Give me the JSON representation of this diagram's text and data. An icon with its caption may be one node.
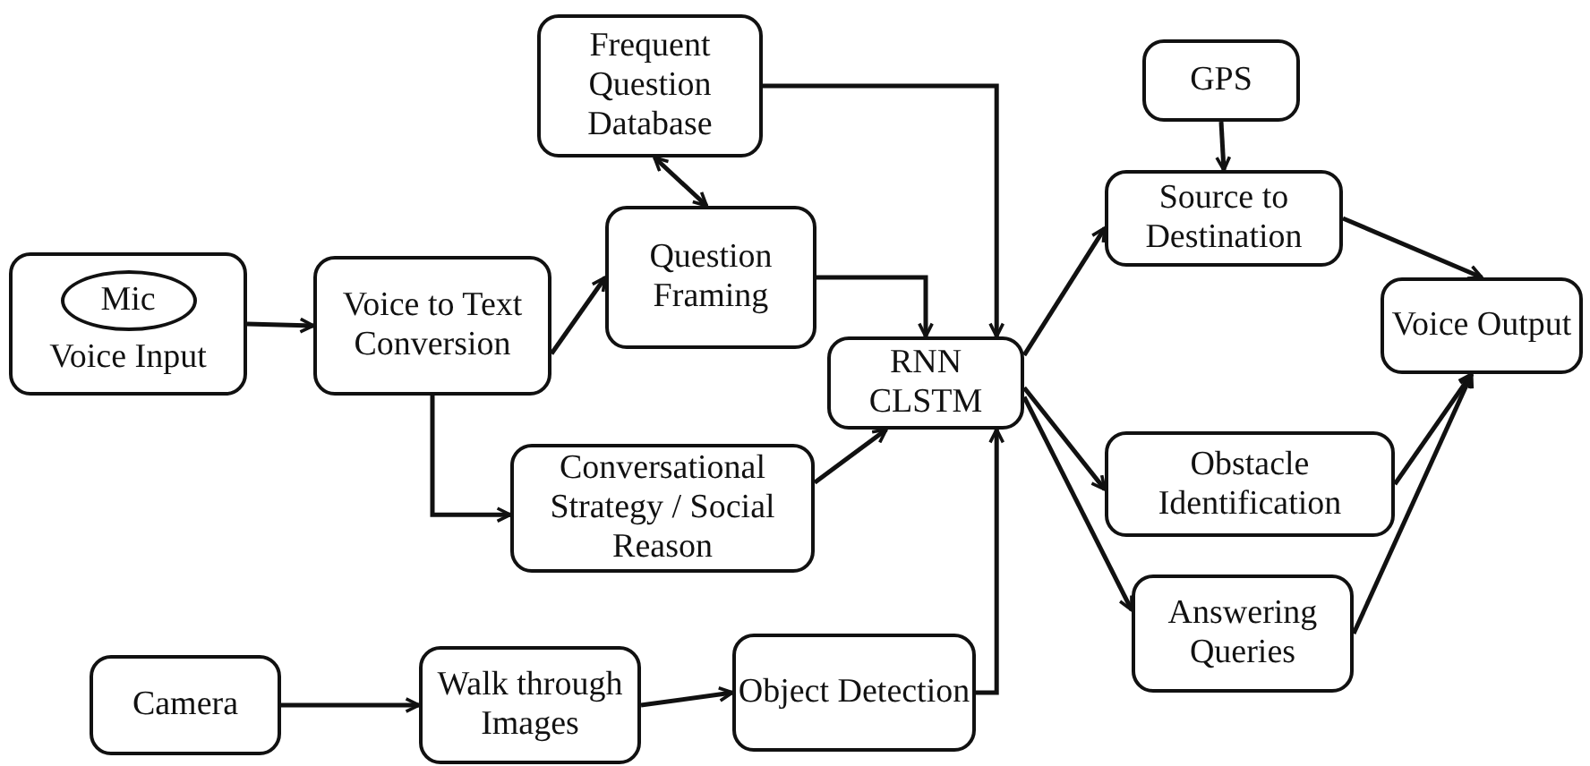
{
  "diagram": {
    "nodes": [
      {
        "text": [
          "Voice Input"
        ]
      },
      {
        "text": [
          "Mic"
        ],
        "in": 0
      },
      {
        "text": [
          "Voice to Text Conversion"
        ]
      },
      {
        "text": [
          "Frequent Question Database"
        ]
      },
      {
        "text": [
          "Question Framing"
        ]
      },
      {
        "text": [
          "Conversational Strategy / Social Reason"
        ]
      },
      {
        "text": [
          "RNN CLSTM"
        ]
      },
      {
        "text": [
          "GPS"
        ]
      },
      {
        "text": [
          "Source to Destination"
        ]
      },
      {
        "text": [
          "Voice Output"
        ]
      },
      {
        "text": [
          "Obstacle Identification"
        ]
      },
      {
        "text": [
          "Answering Queries"
        ]
      },
      {
        "text": [
          "Camera"
        ]
      },
      {
        "text": [
          "Walk through Images"
        ]
      },
      {
        "text": [
          "Object Detection"
        ]
      }
    ],
    "edges": [
      {
        "from": 0,
        "to": 2,
        "arrow": "to"
      },
      {
        "from": 2,
        "to": 4,
        "arrow": "to"
      },
      {
        "from": 3,
        "to": 4,
        "arrow": "both"
      },
      {
        "from": 2,
        "to": 5,
        "arrow": "to"
      },
      {
        "from": 4,
        "to": 6,
        "arrow": "to"
      },
      {
        "from": 3,
        "to": 6,
        "arrow": "to"
      },
      {
        "from": 5,
        "to": 6,
        "arrow": "to"
      },
      {
        "from": 14,
        "to": 6,
        "arrow": "to"
      },
      {
        "from": 12,
        "to": 13,
        "arrow": "to"
      },
      {
        "from": 13,
        "to": 14,
        "arrow": "to"
      },
      {
        "from": 6,
        "to": 8,
        "arrow": "to"
      },
      {
        "from": 6,
        "to": 10,
        "arrow": "to"
      },
      {
        "from": 6,
        "to": 11,
        "arrow": "to"
      },
      {
        "from": 7,
        "to": 8,
        "arrow": "to"
      },
      {
        "from": 8,
        "to": 9,
        "arrow": "to"
      },
      {
        "from": 10,
        "to": 9,
        "arrow": "to"
      },
      {
        "from": 11,
        "to": 9,
        "arrow": "to"
      }
    ]
  }
}
